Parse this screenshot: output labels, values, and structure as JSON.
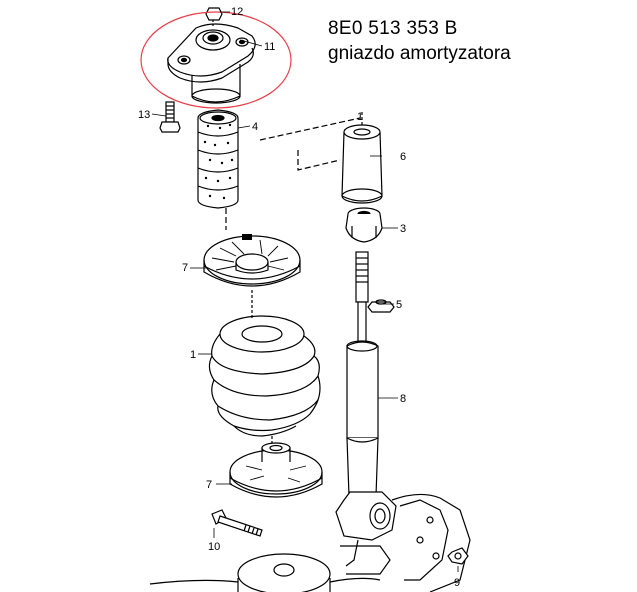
{
  "header": {
    "part_number": "8E0 513 353 B",
    "part_name": "gniazdo amortyzatora"
  },
  "highlight": {
    "color": "#e8404a",
    "target_callout": "11"
  },
  "callouts": {
    "c1": "1",
    "c1b": "1",
    "c3": "3",
    "c4": "4",
    "c5": "5",
    "c6": "6",
    "c7a": "7",
    "c7b": "7",
    "c8": "8",
    "c9": "9",
    "c10": "10",
    "c11": "11",
    "c12": "12",
    "c13": "13"
  }
}
